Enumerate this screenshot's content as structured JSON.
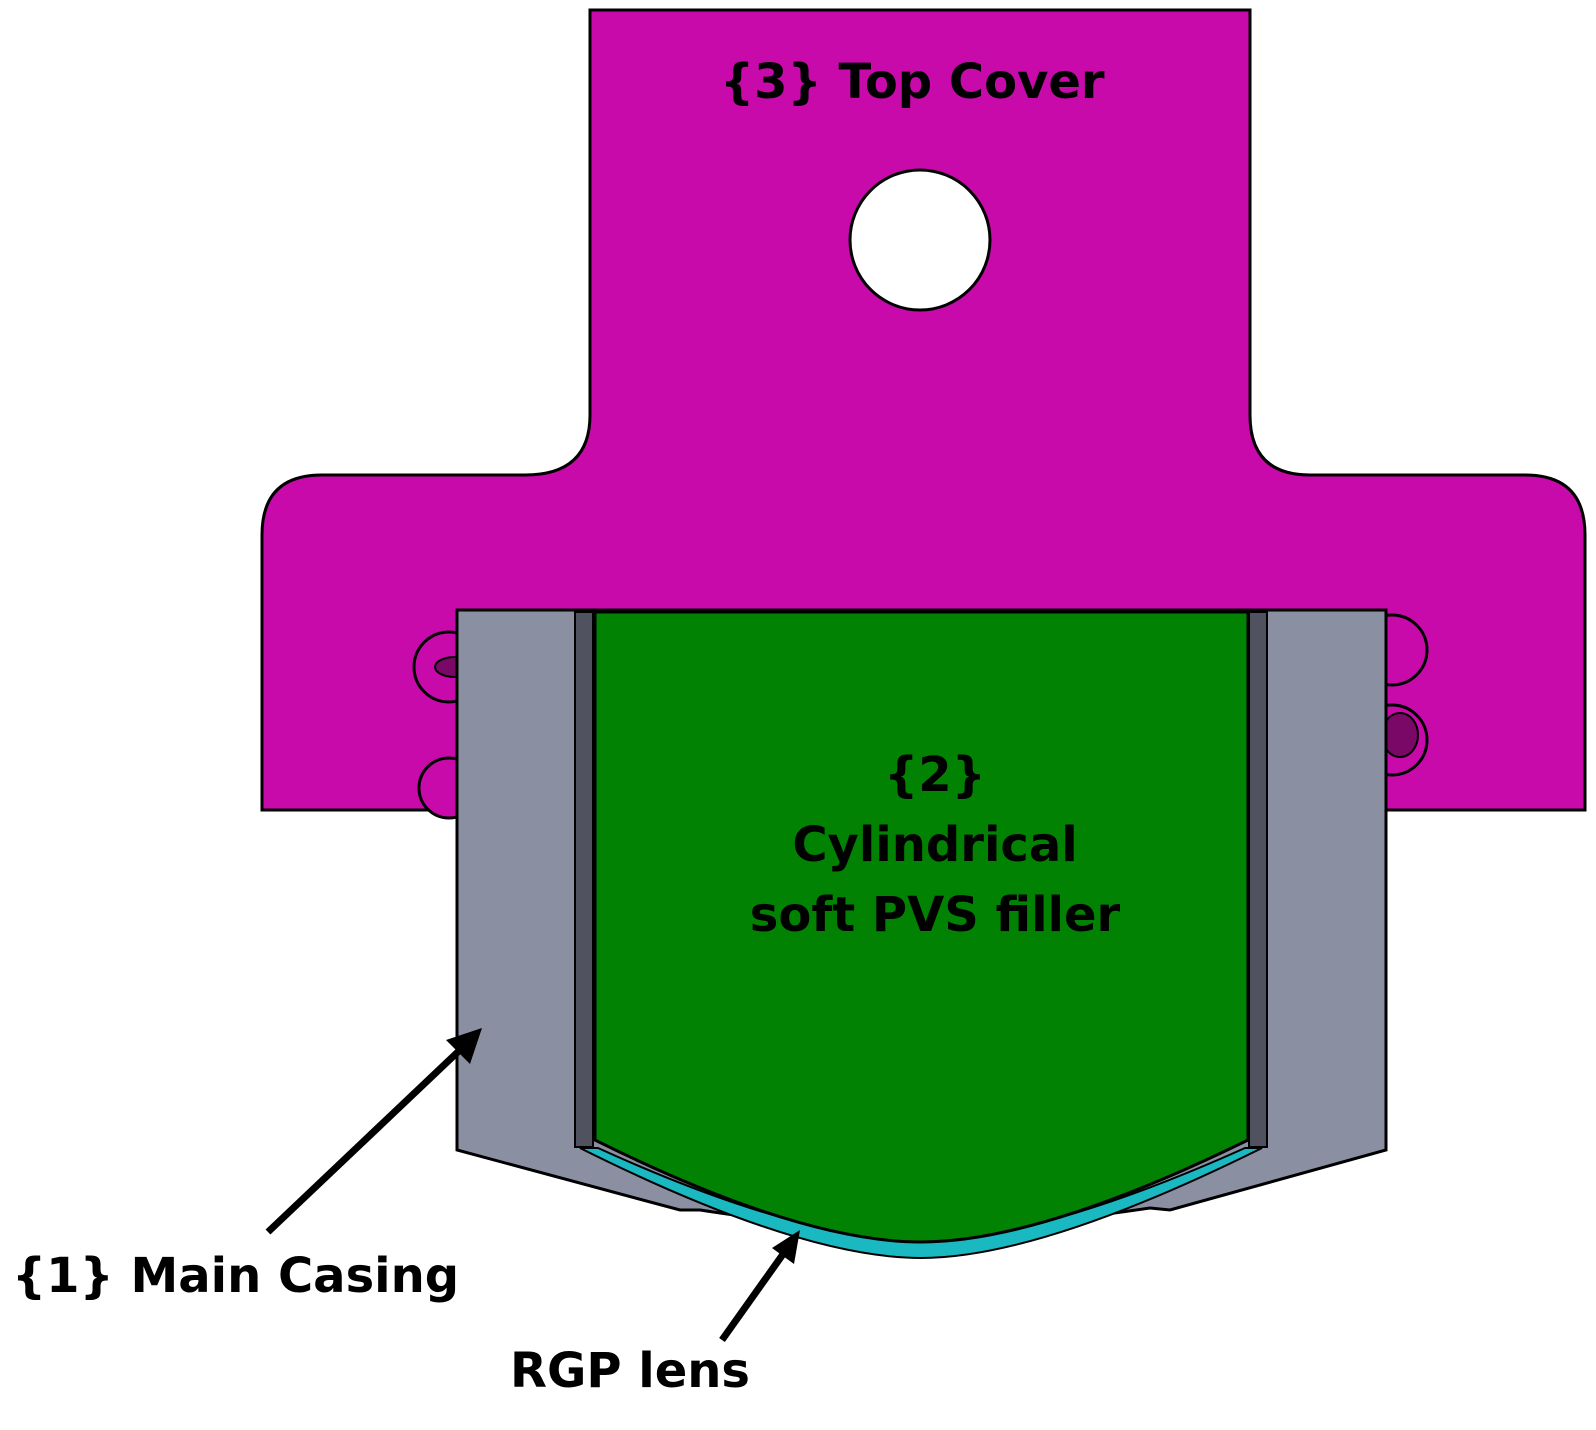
{
  "diagram": {
    "labels": {
      "top_cover": "{3} Top Cover",
      "filler_line1": "{2} Cylindrical",
      "filler_line2": "soft PVS filler",
      "main_casing": "{1} Main Casing",
      "rgp_lens": "RGP lens"
    },
    "colors": {
      "top_cover": "#c80aab",
      "top_cover_dark": "#7a0866",
      "main_casing": "#8b8fa2",
      "casing_edge": "#50535f",
      "filler": "#028203",
      "lens": "#1ab8c0",
      "background": "#ffffff",
      "outline": "#000000"
    }
  }
}
